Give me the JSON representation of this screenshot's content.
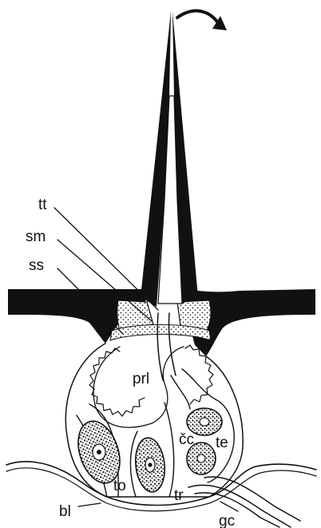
{
  "figure": {
    "labels": {
      "tt": "tt",
      "sm": "sm",
      "ss": "ss",
      "prl": "prl",
      "cc": "čc",
      "te": "te",
      "to": "to",
      "tr": "tr",
      "bl": "bl",
      "gc": "gc"
    }
  }
}
